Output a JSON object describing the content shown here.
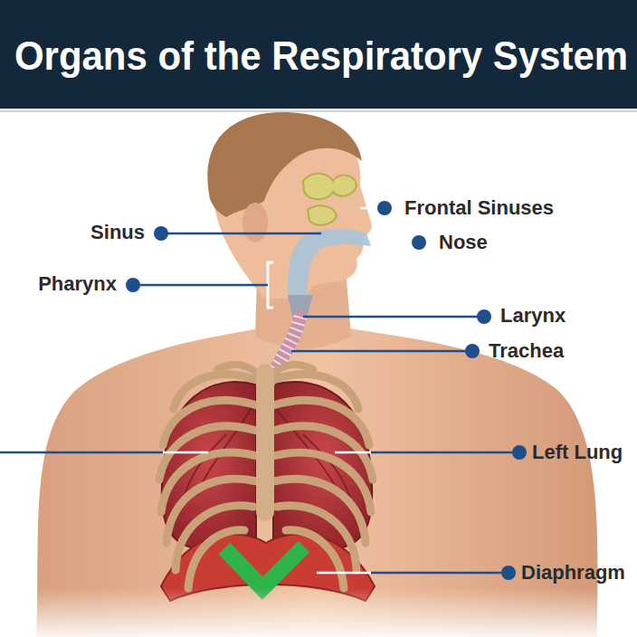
{
  "diagram": {
    "title": "Organs of the Respiratory System",
    "labels": [
      "Frontal Sinuses",
      "Sinus",
      "Nose",
      "Pharynx",
      "Larynx",
      "Trachea",
      "Left Lung",
      "Diaphragm"
    ]
  }
}
